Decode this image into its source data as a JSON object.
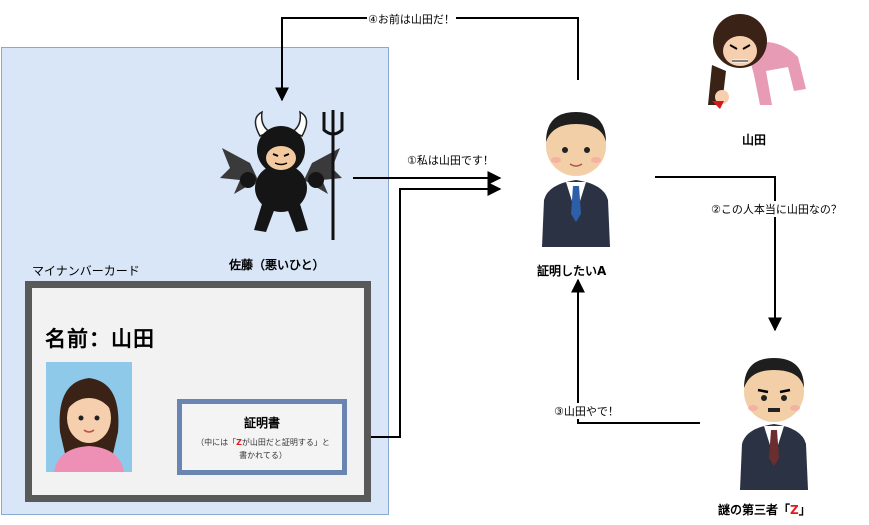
{
  "card": {
    "caption": "マイナンバーカード",
    "name": "名前：山田",
    "certificate_title": "証明書",
    "certificate_note_1": "（中には「",
    "certificate_note_z": "Z",
    "certificate_note_2": "が山田だと証明する」と",
    "certificate_note_3": "書かれてる）"
  },
  "nodes": {
    "sato": "佐藤（悪いひと）",
    "a": "証明したいA",
    "yamada": "山田",
    "third_prefix": "謎の第三者「",
    "third_z": "Z",
    "third_suffix": "」"
  },
  "edges": {
    "e1": "①私は山田です！",
    "e2": "②この人本当に山田なの？",
    "e3": "③山田やで！",
    "e4": "④お前は山田だ！"
  },
  "colors": {
    "card_border": "#595959",
    "certificate_border": "#6b85b3",
    "panel_fill": "#d9e6f7",
    "accent_red": "#e01b1b"
  }
}
